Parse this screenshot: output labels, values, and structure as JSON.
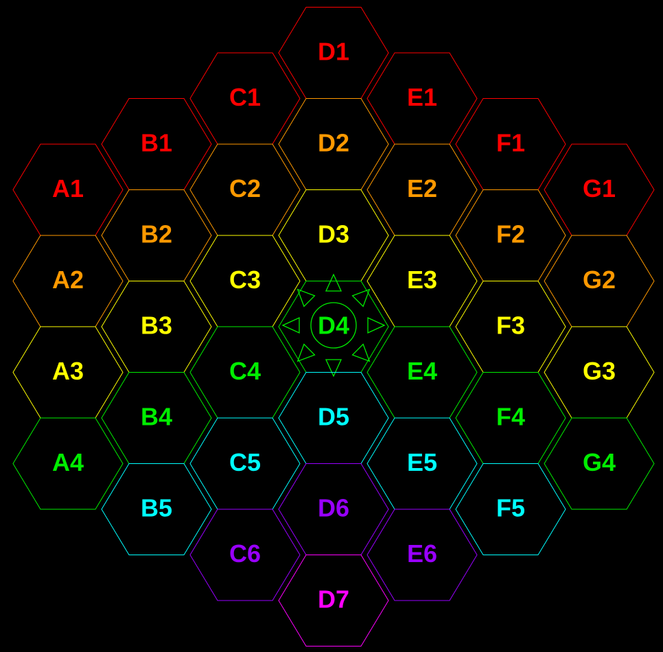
{
  "board": {
    "background": "#000000",
    "colors": {
      "red": "#ff0000",
      "orange": "#ff9900",
      "yellow": "#ffff00",
      "green": "#00ee00",
      "cyan": "#00ffff",
      "purple": "#9900ff",
      "magenta": "#ff00ff"
    },
    "columns": [
      {
        "key": "A",
        "cells": [
          {
            "label": "A1",
            "color": "red"
          },
          {
            "label": "A2",
            "color": "orange"
          },
          {
            "label": "A3",
            "color": "yellow"
          },
          {
            "label": "A4",
            "color": "green"
          }
        ]
      },
      {
        "key": "B",
        "cells": [
          {
            "label": "B1",
            "color": "red"
          },
          {
            "label": "B2",
            "color": "orange"
          },
          {
            "label": "B3",
            "color": "yellow"
          },
          {
            "label": "B4",
            "color": "green"
          },
          {
            "label": "B5",
            "color": "cyan"
          }
        ]
      },
      {
        "key": "C",
        "cells": [
          {
            "label": "C1",
            "color": "red"
          },
          {
            "label": "C2",
            "color": "orange"
          },
          {
            "label": "C3",
            "color": "yellow"
          },
          {
            "label": "C4",
            "color": "green"
          },
          {
            "label": "C5",
            "color": "cyan"
          },
          {
            "label": "C6",
            "color": "purple"
          }
        ]
      },
      {
        "key": "D",
        "cells": [
          {
            "label": "D1",
            "color": "red"
          },
          {
            "label": "D2",
            "color": "orange"
          },
          {
            "label": "D3",
            "color": "yellow"
          },
          {
            "label": "D4",
            "color": "green",
            "marker": "sun-icon"
          },
          {
            "label": "D5",
            "color": "cyan"
          },
          {
            "label": "D6",
            "color": "purple"
          },
          {
            "label": "D7",
            "color": "magenta"
          }
        ]
      },
      {
        "key": "E",
        "cells": [
          {
            "label": "E1",
            "color": "red"
          },
          {
            "label": "E2",
            "color": "orange"
          },
          {
            "label": "E3",
            "color": "yellow"
          },
          {
            "label": "E4",
            "color": "green"
          },
          {
            "label": "E5",
            "color": "cyan"
          },
          {
            "label": "E6",
            "color": "purple"
          }
        ]
      },
      {
        "key": "F",
        "cells": [
          {
            "label": "F1",
            "color": "red"
          },
          {
            "label": "F2",
            "color": "orange"
          },
          {
            "label": "F3",
            "color": "yellow"
          },
          {
            "label": "F4",
            "color": "green"
          },
          {
            "label": "F5",
            "color": "cyan"
          }
        ]
      },
      {
        "key": "G",
        "cells": [
          {
            "label": "G1",
            "color": "red"
          },
          {
            "label": "G2",
            "color": "orange"
          },
          {
            "label": "G3",
            "color": "yellow"
          },
          {
            "label": "G4",
            "color": "green"
          }
        ]
      }
    ]
  }
}
